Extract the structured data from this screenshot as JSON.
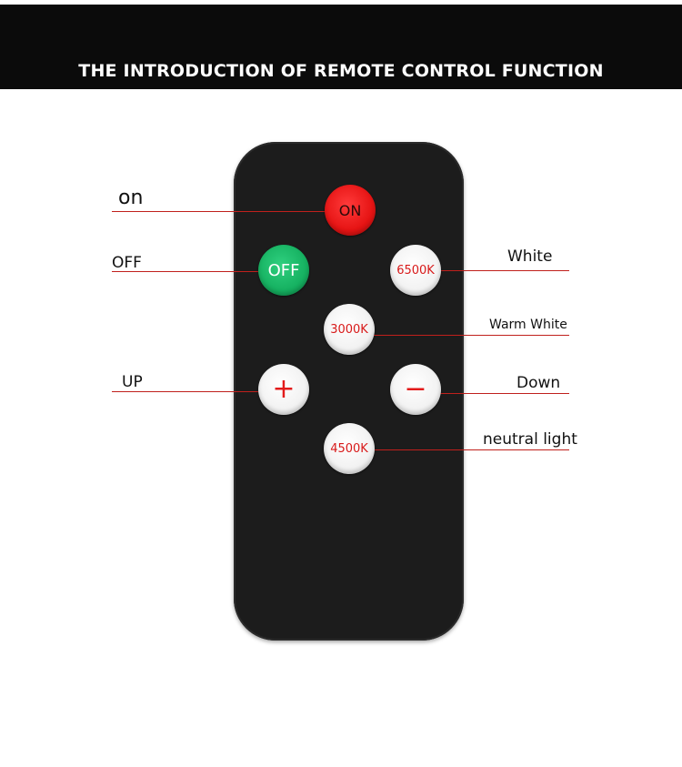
{
  "banner": {
    "title": "THE INTRODUCTION OF REMOTE CONTROL FUNCTION"
  },
  "remote": {
    "buttons": {
      "on": "ON",
      "off": "OFF",
      "k6500": "6500K",
      "k3000": "3000K",
      "up": "+",
      "down": "−",
      "k4500": "4500K"
    }
  },
  "labels": {
    "on": "on",
    "off": "OFF",
    "white": "White",
    "warm_white": "Warm White",
    "up": "UP",
    "down": "Down",
    "neutral_light": "neutral light"
  },
  "colors": {
    "banner_bg": "#0b0b0b",
    "remote_body": "#1c1c1c",
    "on_button": "#e61414",
    "off_button": "#16b161",
    "leader_line": "#c0201c"
  }
}
